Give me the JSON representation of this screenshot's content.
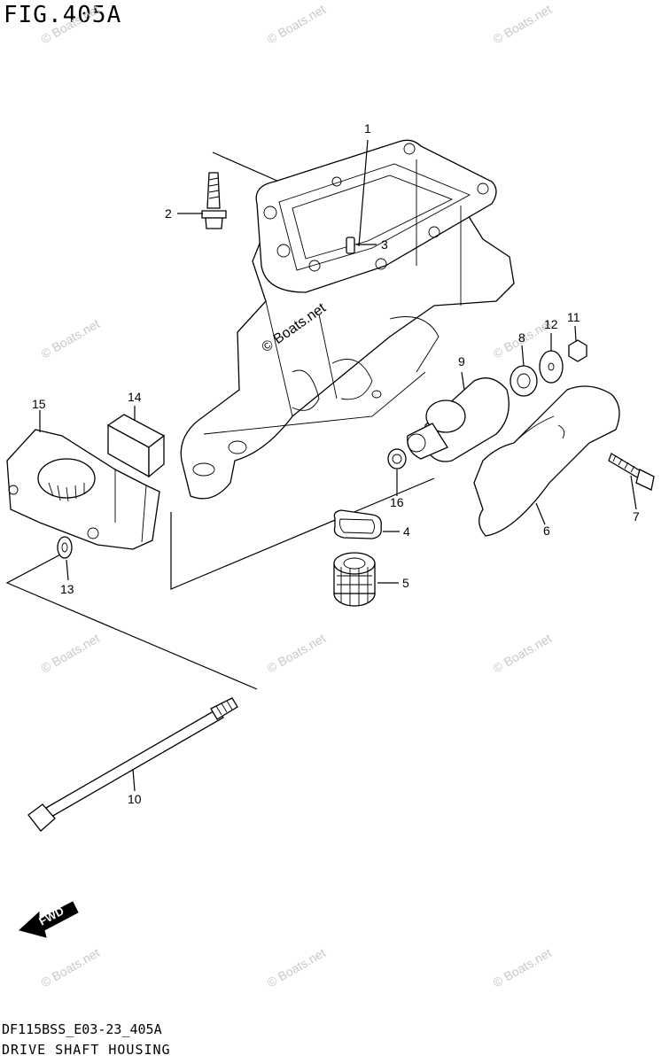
{
  "figure": {
    "title": "FIG.405A",
    "code": "DF115BSS_E03-23_405A",
    "caption": "DRIVE SHAFT HOUSING"
  },
  "callouts": [
    "1",
    "2",
    "3",
    "4",
    "5",
    "6",
    "7",
    "8",
    "9",
    "10",
    "11",
    "12",
    "13",
    "14",
    "15",
    "16"
  ],
  "watermark": {
    "text": "© Boats.net"
  },
  "fwd_arrow": {
    "label": "FWD"
  }
}
